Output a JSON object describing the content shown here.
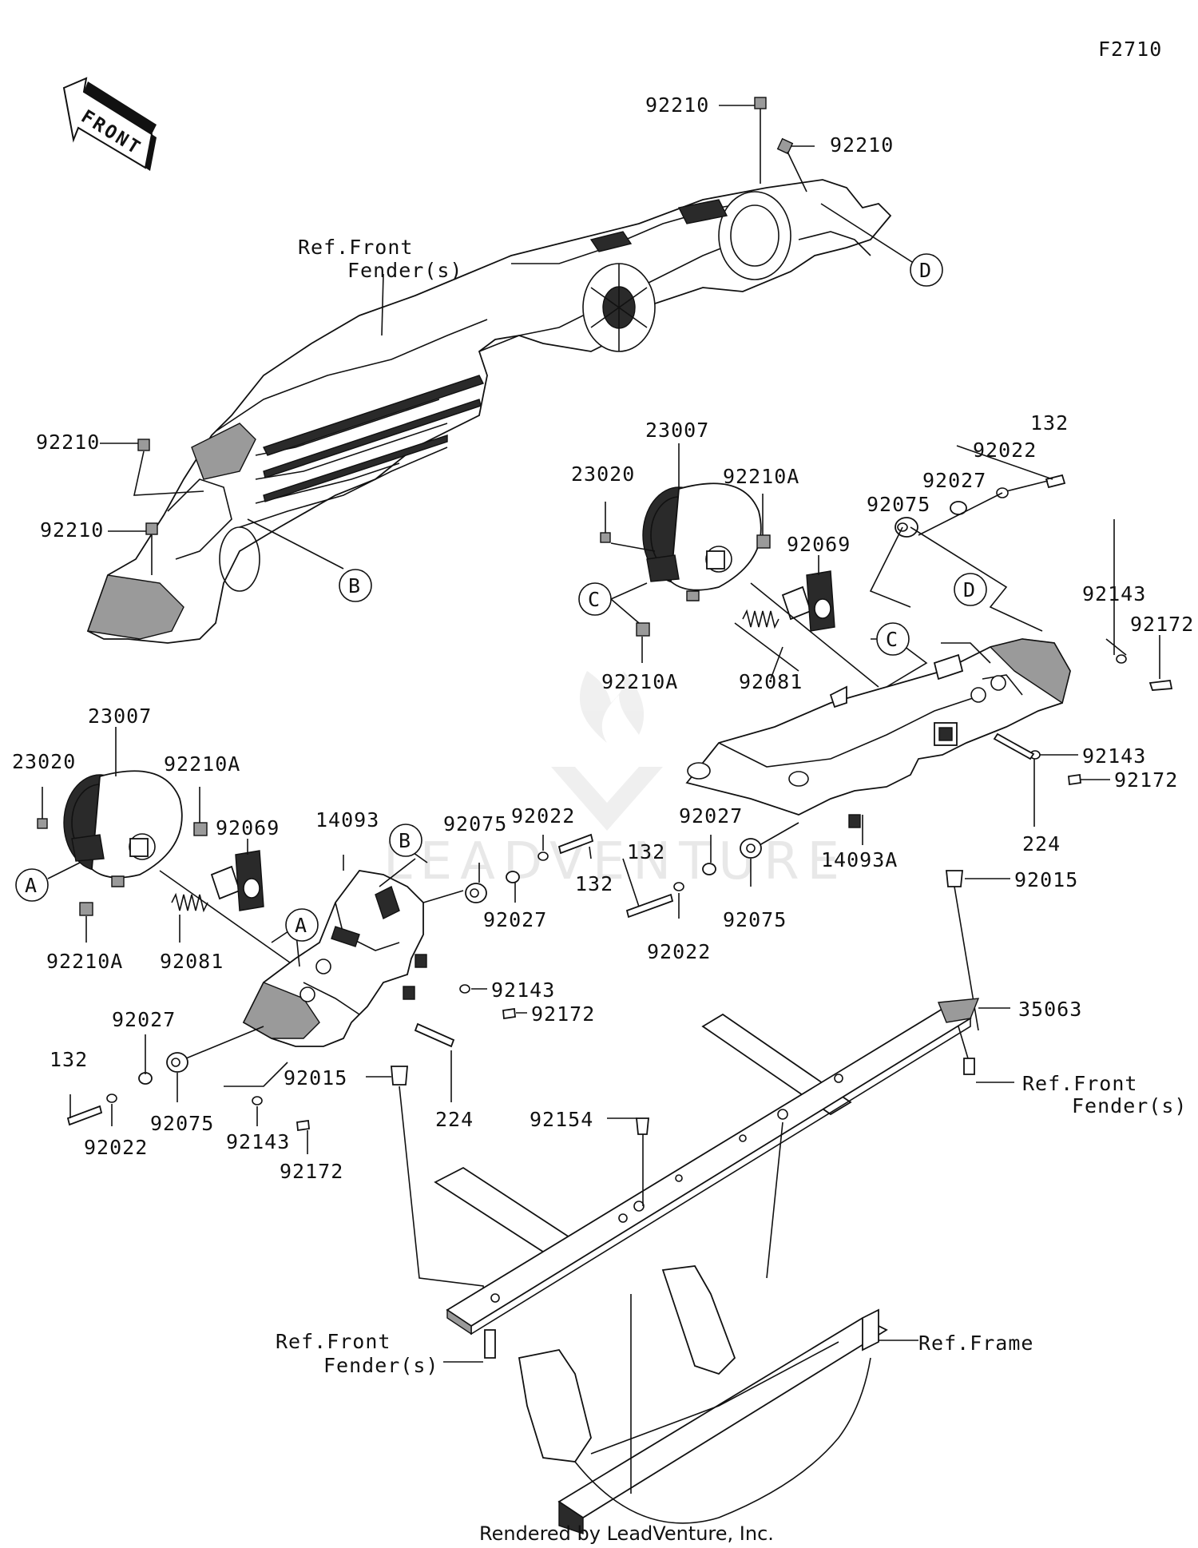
{
  "figure_id": "F2710",
  "front_arrow_label": "FRONT",
  "footer": "Rendered by LeadVenture, Inc.",
  "watermark": "LEADVENTURE",
  "callouts": [
    "A",
    "B",
    "C",
    "D"
  ],
  "labels": {
    "l_92210_a": "92210",
    "l_92210_b": "92210",
    "l_ref_ff_top_1": "Ref.Front",
    "l_ref_ff_top_2": "Fender(s)",
    "l_92210_c": "92210",
    "l_92210_d": "92210",
    "l_23007_r": "23007",
    "l_23020_r": "23020",
    "l_92210a_r1": "92210A",
    "l_92069_r": "92069",
    "l_92210a_r2": "92210A",
    "l_92081_r": "92081",
    "l_132_r1": "132",
    "l_92022_r1": "92022",
    "l_92027_r1": "92027",
    "l_92075_r1": "92075",
    "l_92143_r1": "92143",
    "l_92172_r1": "92172",
    "l_92143_r2": "92143",
    "l_92172_r2": "92172",
    "l_224_r": "224",
    "l_14093a": "14093A",
    "l_92015_r": "92015",
    "l_23007_l": "23007",
    "l_23020_l": "23020",
    "l_92210a_l1": "92210A",
    "l_92069_l": "92069",
    "l_92210a_l2": "92210A",
    "l_92081_l": "92081",
    "l_14093": "14093",
    "l_92075_c": "92075",
    "l_92022_c": "92022",
    "l_132_c": "132",
    "l_92027_c": "92027",
    "l_92027_m": "92027",
    "l_132_m": "132",
    "l_92022_m": "92022",
    "l_92075_m": "92075",
    "l_92143_c": "92143",
    "l_92172_c": "92172",
    "l_92027_ll": "92027",
    "l_132_ll": "132",
    "l_92075_ll": "92075",
    "l_92022_ll": "92022",
    "l_92143_ll": "92143",
    "l_92172_ll": "92172",
    "l_92015_l": "92015",
    "l_224_l": "224",
    "l_35063": "35063",
    "l_ref_ff_r_1": "Ref.Front",
    "l_ref_ff_r_2": "Fender(s)",
    "l_92154": "92154",
    "l_ref_ff_b_1": "Ref.Front",
    "l_ref_ff_b_2": "Fender(s)",
    "l_ref_frame": "Ref.Frame"
  }
}
